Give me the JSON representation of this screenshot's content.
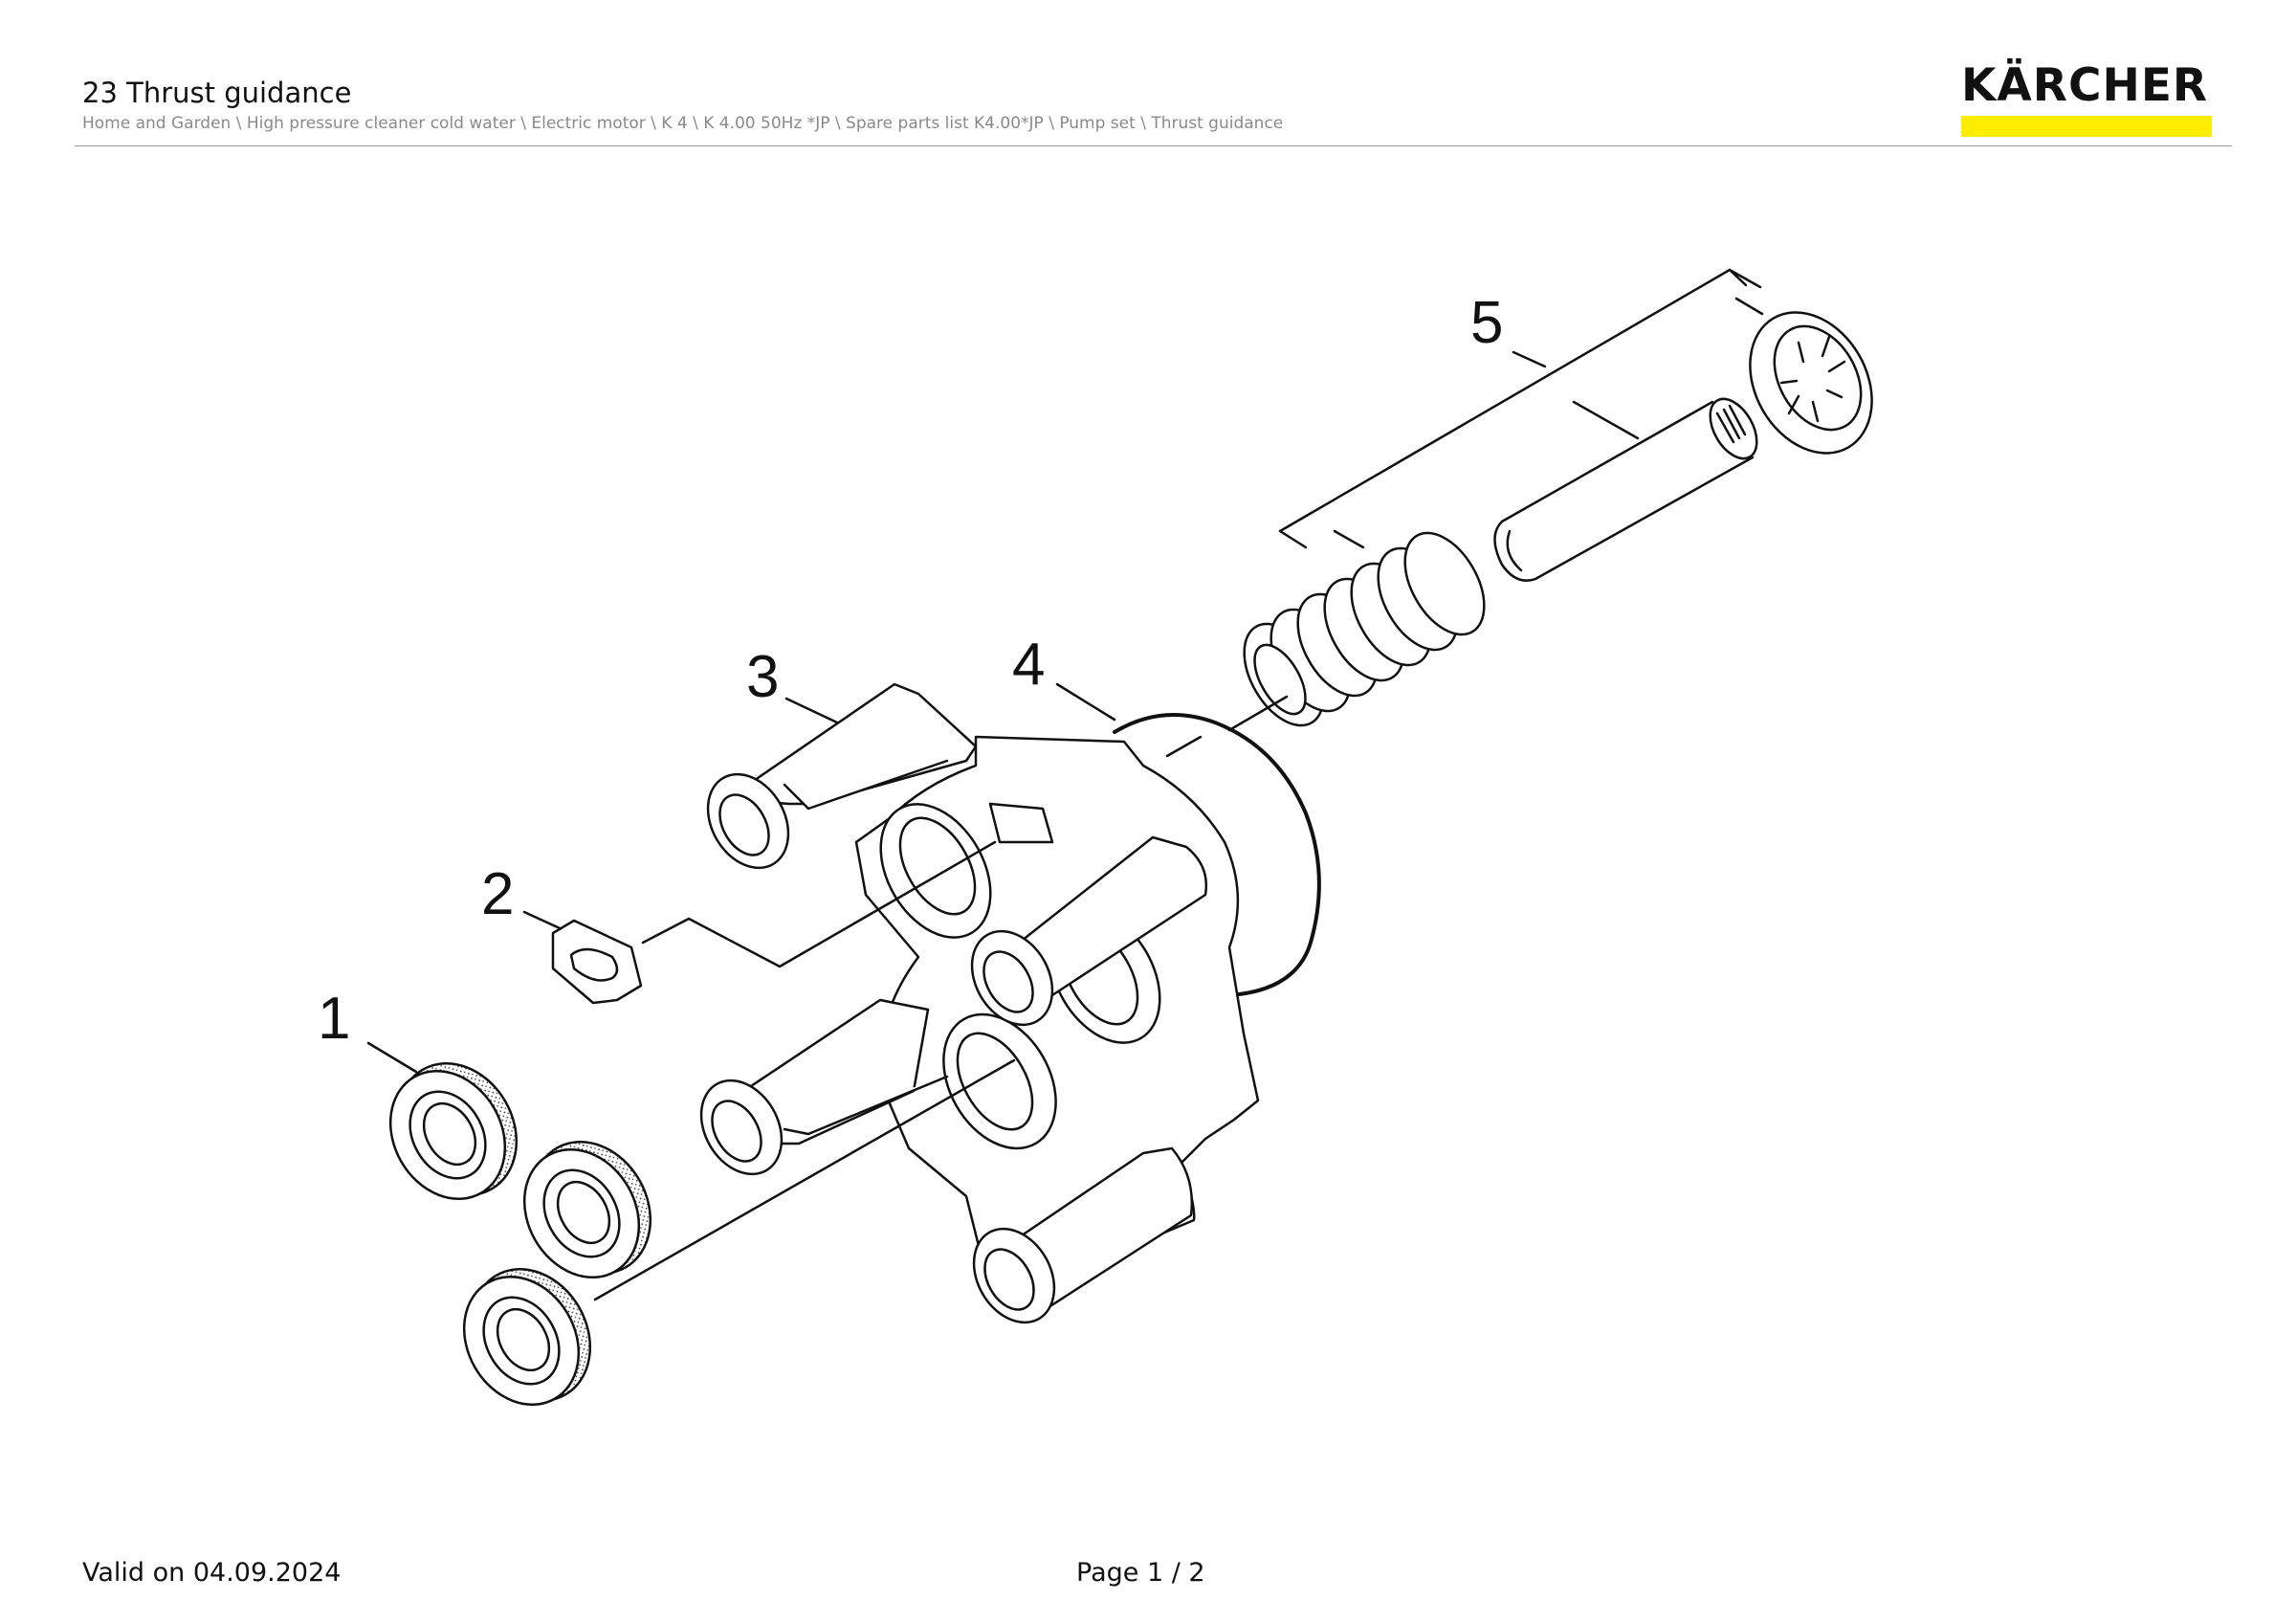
{
  "header": {
    "title": "23 Thrust guidance",
    "breadcrumb": "Home and Garden \\ High pressure cleaner cold water \\ Electric motor \\ K 4 \\ K 4.00 50Hz *JP \\ Spare parts list K4.00*JP \\ Pump set \\ Thrust guidance"
  },
  "logo": {
    "text": "KÄRCHER",
    "accent_color": "#ffed00"
  },
  "diagram": {
    "callouts": [
      "1",
      "2",
      "3",
      "4",
      "5"
    ]
  },
  "footer": {
    "valid_on": "Valid on 04.09.2024",
    "page": "Page 1 / 2"
  }
}
